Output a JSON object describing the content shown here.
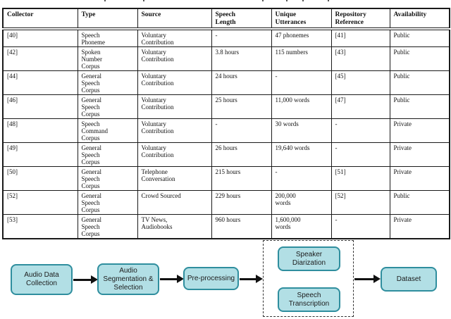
{
  "table": {
    "headers": [
      "Collector",
      "Type",
      "Source",
      "Speech\nLength",
      "Unique\nUtterances",
      "Repository\nReference",
      "Availability"
    ],
    "rows": [
      [
        "[40]",
        "Speech\nPhoneme",
        "Voluntary\nContribution",
        "-",
        "47 phonemes",
        "[41]",
        "Public"
      ],
      [
        "[42]",
        "Spoken\nNumber\nCorpus",
        "Voluntary\nContribution",
        "3.8 hours",
        "115 numbers",
        "[43]",
        "Public"
      ],
      [
        "[44]",
        "General\nSpeech\nCorpus",
        "Voluntary\nContribution",
        "24 hours",
        "-",
        "[45]",
        "Public"
      ],
      [
        "[46]",
        "General\nSpeech\nCorpus",
        "Voluntary\nContribution",
        "25 hours",
        "11,000 words",
        "[47]",
        "Public"
      ],
      [
        "[48]",
        "Speech\nCommand\nCorpus",
        "Voluntary\nContribution",
        "-",
        "30 words",
        "-",
        "Private"
      ],
      [
        "[49]",
        "General\nSpeech\nCorpus",
        "Voluntary\nContribution",
        "26 hours",
        "19,640 words",
        "-",
        "Private"
      ],
      [
        "[50]",
        "General\nSpeech\nCorpus",
        "Telephone\nConversation",
        "215 hours",
        "-",
        "[51]",
        "Private"
      ],
      [
        "[52]",
        "General\nSpeech\nCorpus",
        "Crowd Sourced",
        "229 hours",
        "200,000\nwords",
        "[52]",
        "Public"
      ],
      [
        "[53]",
        "General\nSpeech\nCorpus",
        "TV News,\nAudiobooks",
        "960 hours",
        "1,600,000\nwords",
        "-",
        "Private"
      ]
    ]
  },
  "diagram": {
    "nodes": {
      "audio_data_collection": "Audio Data\nCollection",
      "audio_segmentation": "Audio\nSegmentation &\nSelection",
      "preprocessing": "Pre-processing",
      "speaker_diarization": "Speaker\nDiarization",
      "speech_transcription": "Speech\nTranscription",
      "dataset": "Dataset"
    },
    "colors": {
      "node_fill": "#b2dfe5",
      "node_border": "#2f8e9e",
      "arrow": "#111111"
    }
  }
}
